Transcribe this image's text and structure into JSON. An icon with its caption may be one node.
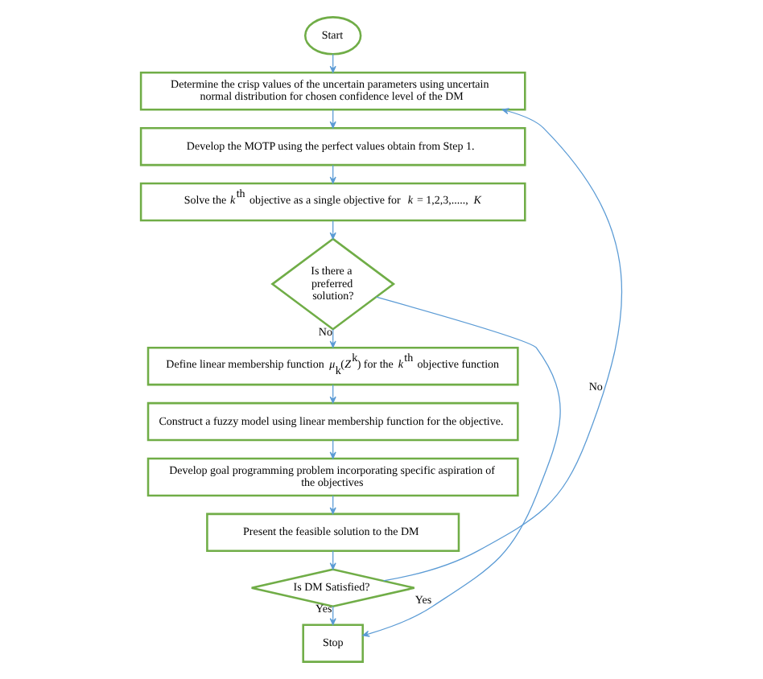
{
  "diagram": {
    "nodes": [
      {
        "text": [
          "Start"
        ]
      },
      {
        "text": [
          "Determine the crisp values of the uncertain parameters using uncertain normal distribution for chosen confidence level of the DM"
        ]
      },
      {
        "text": [
          "Develop the MOTP using the perfect values obtain from Step 1."
        ]
      },
      {
        "text": [
          "Solve the *k*$^{th}$ objective as a single objective for *k* = 1,2,3,....., *K*"
        ]
      },
      {
        "text": [
          "Is there a preferred solution?"
        ]
      },
      {
        "text": [
          "Define linear membership function *μ*$_{k}$(*Z*$^{k}$) for the *k*$^{th}$ objective function"
        ]
      },
      {
        "text": [
          "Construct a fuzzy model using linear membership function for the objective."
        ]
      },
      {
        "text": [
          "Develop goal programming problem incorporating specific aspiration of the objectives"
        ]
      },
      {
        "text": [
          "Present the feasible solution to the DM"
        ]
      },
      {
        "text": [
          "Is DM Satisfied?"
        ]
      },
      {
        "text": [
          "Stop"
        ]
      }
    ],
    "edges": [
      {
        "from": 0,
        "to": 1,
        "arrow": "to"
      },
      {
        "from": 1,
        "to": 2,
        "arrow": "to"
      },
      {
        "from": 2,
        "to": 3,
        "arrow": "to"
      },
      {
        "from": 3,
        "to": 4,
        "arrow": "to"
      },
      {
        "from": 4,
        "to": 5,
        "arrow": "to",
        "label": "No"
      },
      {
        "from": 5,
        "to": 6,
        "arrow": "to"
      },
      {
        "from": 6,
        "to": 7,
        "arrow": "to"
      },
      {
        "from": 7,
        "to": 8,
        "arrow": "to"
      },
      {
        "from": 8,
        "to": 9,
        "arrow": "to"
      },
      {
        "from": 9,
        "to": 10,
        "arrow": "to",
        "label": "Yes"
      },
      {
        "from": 4,
        "to": 10,
        "arrow": "to",
        "label": "Yes"
      },
      {
        "from": 9,
        "to": 1,
        "arrow": "to",
        "label": "No"
      }
    ]
  }
}
